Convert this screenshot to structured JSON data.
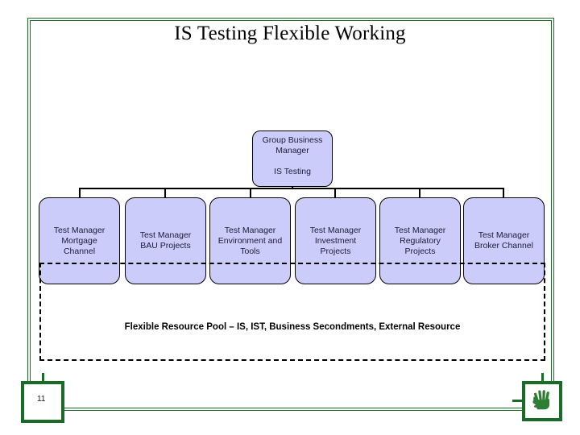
{
  "slide": {
    "title": "IS Testing Flexible Working",
    "page_number": "11",
    "frame_color": "#1a6b28",
    "node_fill_color": "#ccccfa",
    "node_border_color": "#000000"
  },
  "org_chart": {
    "root": {
      "title_line1": "Group Business",
      "title_line2": "Manager",
      "subtitle": "IS Testing"
    },
    "children": [
      {
        "line1": "Test Manager",
        "line2": "Mortgage",
        "line3": "Channel"
      },
      {
        "line1": "Test Manager",
        "line2": "BAU Projects",
        "line3": ""
      },
      {
        "line1": "Test Manager",
        "line2": "Environment and",
        "line3": "Tools"
      },
      {
        "line1": "Test Manager",
        "line2": "Investment",
        "line3": "Projects"
      },
      {
        "line1": "Test Manager",
        "line2": "Regulatory",
        "line3": "Projects"
      },
      {
        "line1": "Test Manager",
        "line2": "Broker Channel",
        "line3": ""
      }
    ]
  },
  "pool": {
    "label": "Flexible Resource Pool – IS, IST, Business Secondments, External Resource"
  },
  "footer": {
    "hand_icon_name": "hand-icon",
    "hand_icon_color": "#2d7d32"
  }
}
